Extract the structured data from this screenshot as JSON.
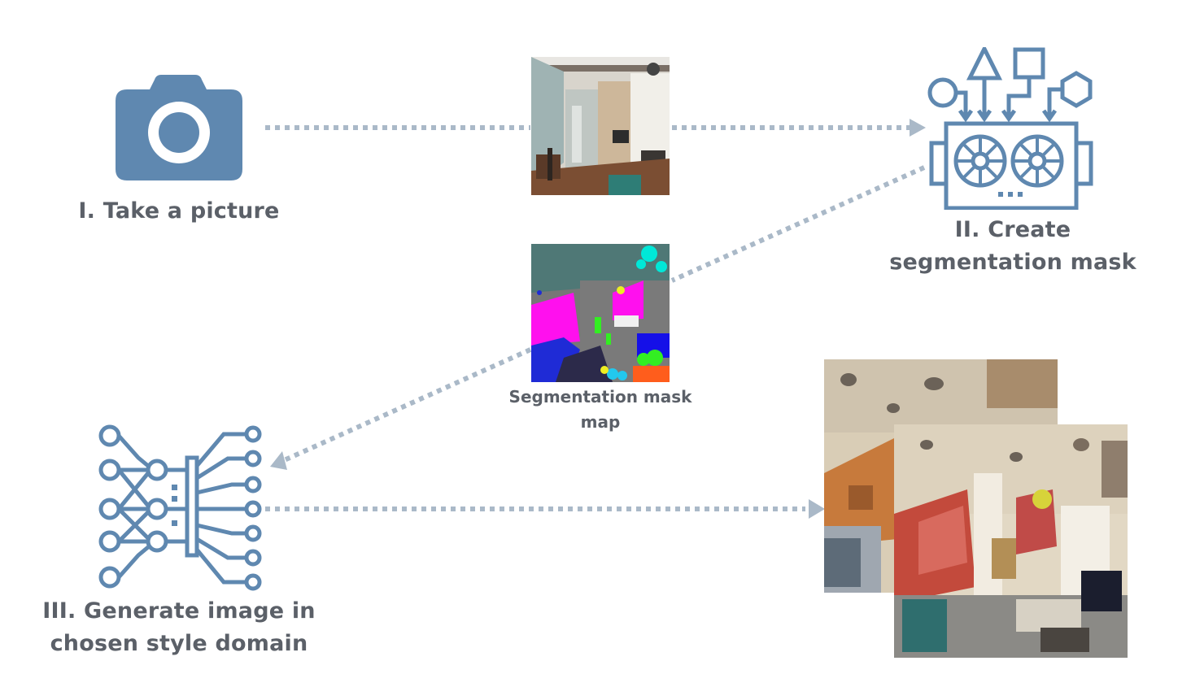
{
  "steps": {
    "take_picture": "I. Take a picture",
    "create_mask_line1": "II. Create",
    "create_mask_line2": "segmentation mask",
    "generate_line1": "III. Generate image in",
    "generate_line2": "chosen style domain"
  },
  "mask_caption_line1": "Segmentation mask",
  "mask_caption_line2": "map",
  "icons": [
    "camera-icon",
    "segmentation-machine-icon",
    "neural-network-icon"
  ],
  "colors": {
    "icon": "#5f88b0",
    "arrow": "#aab9c8",
    "text": "#5b6068"
  }
}
